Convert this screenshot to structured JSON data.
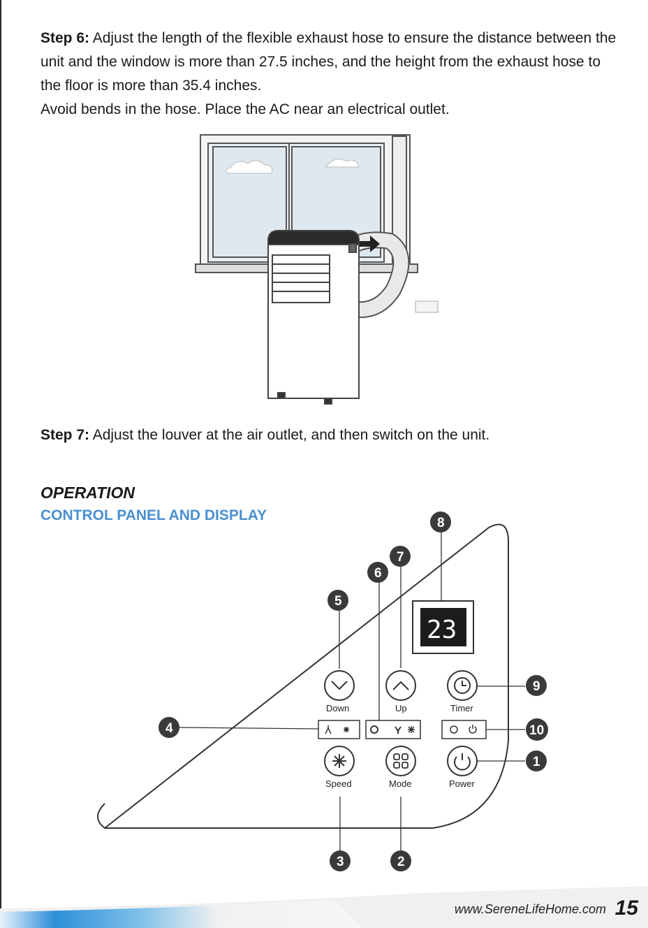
{
  "step6": {
    "label": "Step 6:",
    "text": "Adjust the length of the flexible exhaust hose to ensure the distance between the unit and the window is more than 27.5 inches, and the height from the exhaust hose to the floor is more than 35.4 inches.",
    "extra": "Avoid bends in the hose. Place the AC near an electrical outlet."
  },
  "step7": {
    "label": "Step 7:",
    "text": "Adjust the louver at the air outlet, and then switch on the unit."
  },
  "section": {
    "title": "OPERATION",
    "subtitle": "CONTROL PANEL AND DISPLAY"
  },
  "panel": {
    "display_value": "23",
    "buttons": {
      "down": "Down",
      "up": "Up",
      "timer": "Timer",
      "speed": "Speed",
      "mode": "Mode",
      "power": "Power"
    },
    "callouts": {
      "c1": "1",
      "c2": "2",
      "c3": "3",
      "c4": "4",
      "c5": "5",
      "c6": "6",
      "c7": "7",
      "c8": "8",
      "c9": "9",
      "c10": "10"
    }
  },
  "footer": {
    "url": "www.SereneLifeHome.com",
    "page": "15"
  },
  "colors": {
    "accent_blue": "#4a90d0",
    "callout_fill": "#3a3a3a",
    "footer_blue": "#2d8fd8"
  }
}
